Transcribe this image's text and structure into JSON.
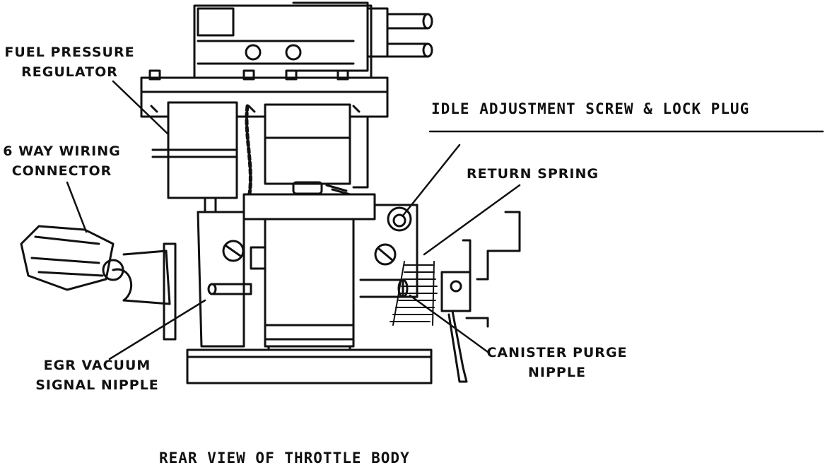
{
  "labels": {
    "fuel_pressure_regulator": [
      "FUEL PRESSURE",
      "REGULATOR"
    ],
    "wiring_connector": [
      "6 WAY WIRING",
      "CONNECTOR"
    ],
    "idle_adjustment": "IDLE ADJUSTMENT SCREW & LOCK PLUG",
    "return_spring": "RETURN SPRING",
    "egr_vacuum": [
      "EGR VACUUM",
      "SIGNAL NIPPLE"
    ],
    "canister_purge": [
      "CANISTER PURGE",
      "NIPPLE"
    ]
  },
  "caption": "REAR VIEW OF THROTTLE BODY",
  "colors": {
    "ink": "#111111",
    "paper": "#ffffff"
  }
}
